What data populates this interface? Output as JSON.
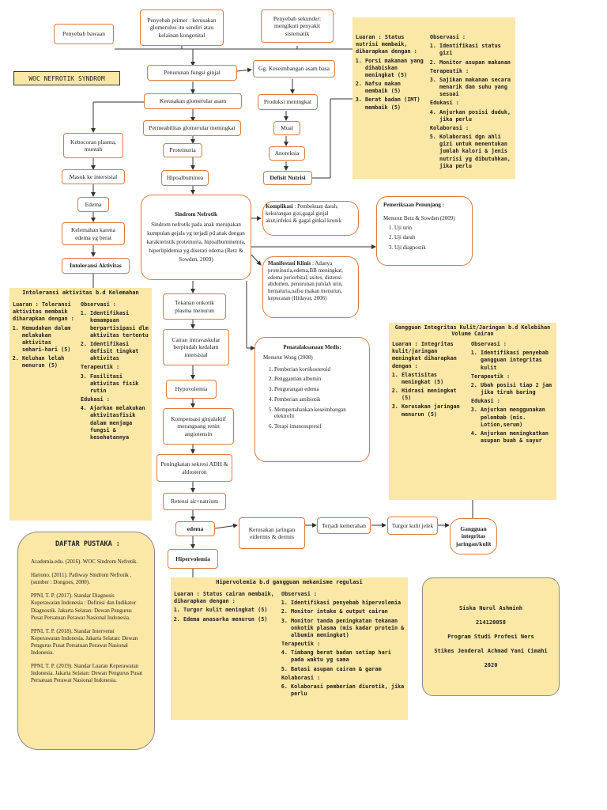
{
  "title": "WOC NEFROTIK SYNDROM",
  "nodes": {
    "bawaan": "Penyebab bawaan",
    "primer": "Penyebab primer : kerusakan glomerulus itu sendiri atau kelainan kongenital",
    "sekunder": "Penyebab sekunder: mengikuti penyakit sistematik",
    "penurunan": "Penurunan fungsi ginjal",
    "gg_asam": "Gg. Keseimbangan asam basa",
    "kerusakan_glom": "Kerusakan glomerular asam",
    "produksi": "Produksi meningkat",
    "permeabilitas": "Permeabilitas glomerular meningkat",
    "mual": "Mual",
    "kebocoran": "Kebocoran plasma, muntah",
    "proteinuria": "Proteinuria",
    "anoreksia": "Anoreksia",
    "masuk": "Masuk ke intersisial",
    "hipoalbuminea": "Hipoalbuminea",
    "defisit": "Defisit Nutrisi",
    "edema1": "Edema",
    "kelemahan": "Kelemahan karena edema yg berat",
    "intoleransi": "Intoleransi Aktivitas",
    "tekanan": "Tekanan onkotik plasma menurun",
    "cairan": "Cairan intravaskular berpindah kedalam intersisial",
    "hypovolemia": "Hypovolemia",
    "kompensasi": "Kompensasi ginjalaktif merangsang renin angiotensin",
    "peningkatan": "Peningkatan sekresi ADH & aldosteron",
    "retensi": "Retensi air+natrium",
    "edema2": "edema",
    "hipervolemia": "Hipervolemia",
    "kerusakan_jar": "Kerusakan jaringan eidermis & dermis",
    "kemerahan": "Terjadi kemerahan",
    "turgor": "Turgor kulit jelek",
    "gangguan": "Gangguan integritas jaringan/kulit"
  },
  "sindrom": {
    "title": "Sindrom Nefrotik",
    "body": "Sindrom nefrotik pada anak merupakan kumpulan gejala yg terjadi pd anak dengan karakteristik proteinuria, hipoalbuminemia, hiperlipidemia yg diserati edema (Betz & Sowden, 2009)"
  },
  "komplikasi": {
    "label": "Komplikasi",
    "body": " : Pembekuan darah, kekurangan gizi,gagal ginjal akut,infeksi & gagal ginkal kronik"
  },
  "manifestasi": {
    "label": "Manifestasi Klinis",
    "body": " : Adanya proteinuria,edema,BB meningkat, edema periorbital, asites, distensi abdomen, penurunan jumlah urin, hematuria,nafsu makan menurun, kepucatan (Hidayat, 2006)"
  },
  "pemeriksaan": {
    "title": "Pemeriksaan Penunjang :",
    "source": "Menurut Betz & Sowden (2009)",
    "items": [
      "Uji urin",
      "Uji darah",
      "Uji diagnostik"
    ]
  },
  "penatalaksanaan": {
    "title": "Penatalaksanaan Medis:",
    "source": "Menurut Wong (2008)",
    "items": [
      "Pemberian kortikosteroid",
      "Penggantian albumin",
      "Pengurangan edema",
      "Pemberian antibiotik",
      "Mempertahankan keseimbangan elektrolit",
      "Terapi imunosupresif"
    ]
  },
  "box_nutrisi": {
    "luaran_head": "Luaran : Status nutrisi membaik, diharapkan dengan :",
    "luaran_items": [
      "Porsi makanan yang dihabiskan meningkat (5)",
      "Nafsu makan membaik (5)",
      "Berat badan (IMT) membaik (5)"
    ],
    "obs_head": "Observasi :",
    "obs_items": [
      "Identifikasi status gizi",
      "Monitor asupan makanan"
    ],
    "ter_head": "Terapeutik :",
    "ter_items": [
      "Sajikan makanan secara menarik dan suhu yang sesuai"
    ],
    "edu_head": "Edukasi :",
    "edu_items": [
      "Anjurkan posisi duduk, jika perlu"
    ],
    "kol_head": "Kolaborasi :",
    "kol_items": [
      "Kolaborasi dgn ahli gizi untuk menentukan jumlah kalori & jenis nutrisi yg dibutuhkan, jika perlu"
    ]
  },
  "box_intoleransi": {
    "title": "Intoleransi aktivitas b.d Kelemahan",
    "luaran_head": "Luaran : Toleransi aktivitas membaik diharapkan dengan :",
    "luaran_items": [
      "Kemudahan dalam melakukan aktivitas sehari-hari (5)",
      "Keluhan lelah menurun (5)"
    ],
    "obs_head": "Observasi :",
    "obs_items": [
      "Identifikasi kemampuan berpartisipasi dlm aktivitas tertentu",
      "Identifikasi defisit tingkat aktivitas"
    ],
    "ter_head": "Terapeutik :",
    "ter_items": [
      "Fasilitasi aktivitas fisik rutin"
    ],
    "edu_head": "Edukasi :",
    "edu_items": [
      "Ajarkan melakukan aktivitasfisik dalam menjaga fungsi & kesehatannya"
    ]
  },
  "box_integritas": {
    "title": "Gangguan Integritas Kulit/Jaringan b.d Kelebihan Volume Cairan",
    "luaran_head": "Luaran : Integritas kulit/jaringan meningkat diharapkan dengan :",
    "luaran_items": [
      "Elastisitas meningkat (5)",
      "Hidrasi meningkat (5)",
      "Kerusakan jaringan menurun (5)"
    ],
    "obs_head": "Observasi :",
    "obs_items": [
      "Identifikasi penyebab gangguan integritas kulit"
    ],
    "ter_head": "Terapeutik :",
    "ter_items": [
      "Ubah posisi tiap 2 jam jika tirah baring"
    ],
    "edu_head": "Edukasi :",
    "edu_items": [
      "Anjurkan menggunakan pelembab (mis. Lotion,serum)",
      "Anjurkan meningkatkan asupan buah & sayur"
    ]
  },
  "box_hipervolemia": {
    "title": "Hipervolemia b.d gangguan mekanisme regulasi",
    "luaran_head": "Luaran : Status cairan membaik, diharapkan dengan :",
    "luaran_items": [
      "Turgor kulit meningkat (5)",
      "Edema anasarka menurun (5)"
    ],
    "obs_head": "Observasi :",
    "obs_items": [
      "Identifikasi penyebab hipervolemia",
      "Monitor intake & output cairan",
      "Monitor tanda peningkatan tekanan onkotik plasma (mis kadar protein & albumin meningkat)"
    ],
    "ter_head": "Terapeutik :",
    "ter_items": [
      "Timbang berat badan setiap hari pada waktu yg sama",
      "Batasi asupan cairan & garam"
    ],
    "kol_head": "Kolaborasi :",
    "kol_items": [
      "Kolaborasi pemberian diuretik, jika perlu"
    ]
  },
  "daftar_pustaka": {
    "title": "DAFTAR PUSTAKA :",
    "refs": [
      "Academia.edu. (2016). WOC Sindrom Nefrotik.",
      "Hartono. (2011). Pathway Sindrom Nefrotik . (sumber : Dongoes, 2000).",
      "PPNI, T. P. (2017). Standar Diagnosis Keperawatan Indonesia : Definisi dan Indikator Diagnostik. Jakarta Selatan: Dewan Pengurus Pusat Persatuan Perawat Nasional Indonesia.",
      "PPNI, T. P. (2018). Standar Intervensi Keperawatan Indonesia. Jakarta Selatan: Dewan Pengurus Pusat Persatuan Perawat Nasional Indonesia.",
      "PPNI, T. P. (2019). Standar Luaran Keperawatan Indonesia. Jakarta Selatan: Dewan Pengurus Pusat Persatuan Perawat Nasional Indonesia."
    ]
  },
  "author": {
    "name": "Siska Nurul Ashminh",
    "nim": "214120058",
    "program": "Program Studi Profesi Ners",
    "campus": "Stikes Jenderal Achmad Yani Cimahi",
    "year": "2020"
  }
}
